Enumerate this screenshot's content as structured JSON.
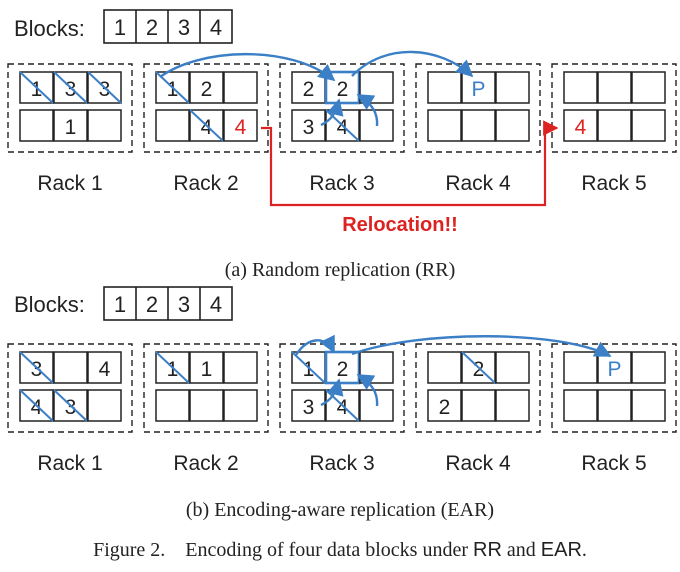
{
  "colors": {
    "ink": "#222222",
    "arrow": "#3b7fc6",
    "relocation": "#dd2222",
    "parity": "#3b7fc6"
  },
  "blocks_label": "Blocks:",
  "block_ids": [
    "1",
    "2",
    "3",
    "4"
  ],
  "panels": [
    {
      "id": "rr",
      "caption": "(a) Random replication (RR)",
      "racks": [
        {
          "label": "Rack 1",
          "top": [
            {
              "t": "1",
              "x": true
            },
            {
              "t": "3",
              "x": true
            },
            {
              "t": "3",
              "x": true
            }
          ],
          "bottom": [
            {
              "t": ""
            },
            {
              "t": "1"
            },
            {
              "t": ""
            }
          ]
        },
        {
          "label": "Rack 2",
          "top": [
            {
              "t": "1",
              "x": true
            },
            {
              "t": "2"
            },
            {
              "t": ""
            }
          ],
          "bottom": [
            {
              "t": ""
            },
            {
              "t": "4",
              "x": true
            },
            {
              "t": "4",
              "red": true
            }
          ]
        },
        {
          "label": "Rack 3",
          "top": [
            {
              "t": "2"
            },
            {
              "t": "2",
              "hl": true
            },
            {
              "t": ""
            }
          ],
          "bottom": [
            {
              "t": "3"
            },
            {
              "t": "4",
              "x": true
            },
            {
              "t": ""
            }
          ]
        },
        {
          "label": "Rack 4",
          "top": [
            {
              "t": ""
            },
            {
              "t": "P",
              "parity": true
            },
            {
              "t": ""
            }
          ],
          "bottom": [
            {
              "t": ""
            },
            {
              "t": ""
            },
            {
              "t": ""
            }
          ]
        },
        {
          "label": "Rack 5",
          "top": [
            {
              "t": ""
            },
            {
              "t": ""
            },
            {
              "t": ""
            }
          ],
          "bottom": [
            {
              "t": "4",
              "red": true
            },
            {
              "t": ""
            },
            {
              "t": ""
            }
          ]
        }
      ],
      "relocation_text": "Relocation!!"
    },
    {
      "id": "ear",
      "caption": "(b) Encoding-aware replication (EAR)",
      "racks": [
        {
          "label": "Rack 1",
          "top": [
            {
              "t": "3",
              "x": true
            },
            {
              "t": ""
            },
            {
              "t": "4"
            }
          ],
          "bottom": [
            {
              "t": "4",
              "x": true
            },
            {
              "t": "3",
              "x": true
            },
            {
              "t": ""
            }
          ]
        },
        {
          "label": "Rack 2",
          "top": [
            {
              "t": "1",
              "x": true
            },
            {
              "t": "1"
            },
            {
              "t": ""
            }
          ],
          "bottom": [
            {
              "t": ""
            },
            {
              "t": ""
            },
            {
              "t": ""
            }
          ]
        },
        {
          "label": "Rack 3",
          "top": [
            {
              "t": "1",
              "x": true
            },
            {
              "t": "2",
              "hl": true
            },
            {
              "t": ""
            }
          ],
          "bottom": [
            {
              "t": "3"
            },
            {
              "t": "4",
              "x": true
            },
            {
              "t": ""
            }
          ]
        },
        {
          "label": "Rack 4",
          "top": [
            {
              "t": ""
            },
            {
              "t": "2",
              "x": true
            },
            {
              "t": ""
            }
          ],
          "bottom": [
            {
              "t": "2"
            },
            {
              "t": ""
            },
            {
              "t": ""
            }
          ]
        },
        {
          "label": "Rack 5",
          "top": [
            {
              "t": ""
            },
            {
              "t": "P",
              "parity": true
            },
            {
              "t": ""
            }
          ],
          "bottom": [
            {
              "t": ""
            },
            {
              "t": ""
            },
            {
              "t": ""
            }
          ]
        }
      ]
    }
  ],
  "figure_caption": {
    "number": "Figure 2.",
    "text_before": "Encoding of four data blocks under ",
    "term1": "RR",
    "text_mid": " and ",
    "term2": "EAR",
    "text_after": "."
  }
}
